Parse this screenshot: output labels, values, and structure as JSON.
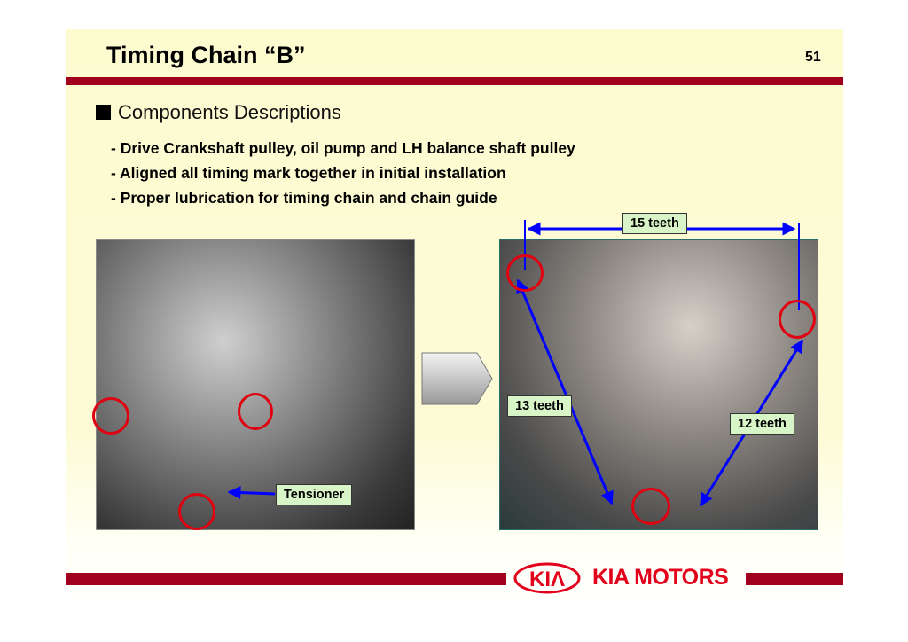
{
  "header": {
    "title": "Timing Chain “B”",
    "page_number": "51"
  },
  "section": {
    "heading": "Components Descriptions",
    "bullets": [
      "- Drive Crankshaft pulley, oil pump and LH balance shaft pulley",
      "- Aligned all timing mark together in initial installation",
      "- Proper lubrication for timing chain and chain guide"
    ]
  },
  "figure_left": {
    "label": "Tensioner"
  },
  "figure_right": {
    "labels": [
      "15 teeth",
      "13 teeth",
      "12 teeth"
    ]
  },
  "footer": {
    "brand": "KIA MOTORS",
    "logo_text": "KIA"
  },
  "colors": {
    "bar": "#a0001e",
    "label_bg": "#d8f5c8",
    "arrow": "#0000ff",
    "circle": "#e00010"
  }
}
